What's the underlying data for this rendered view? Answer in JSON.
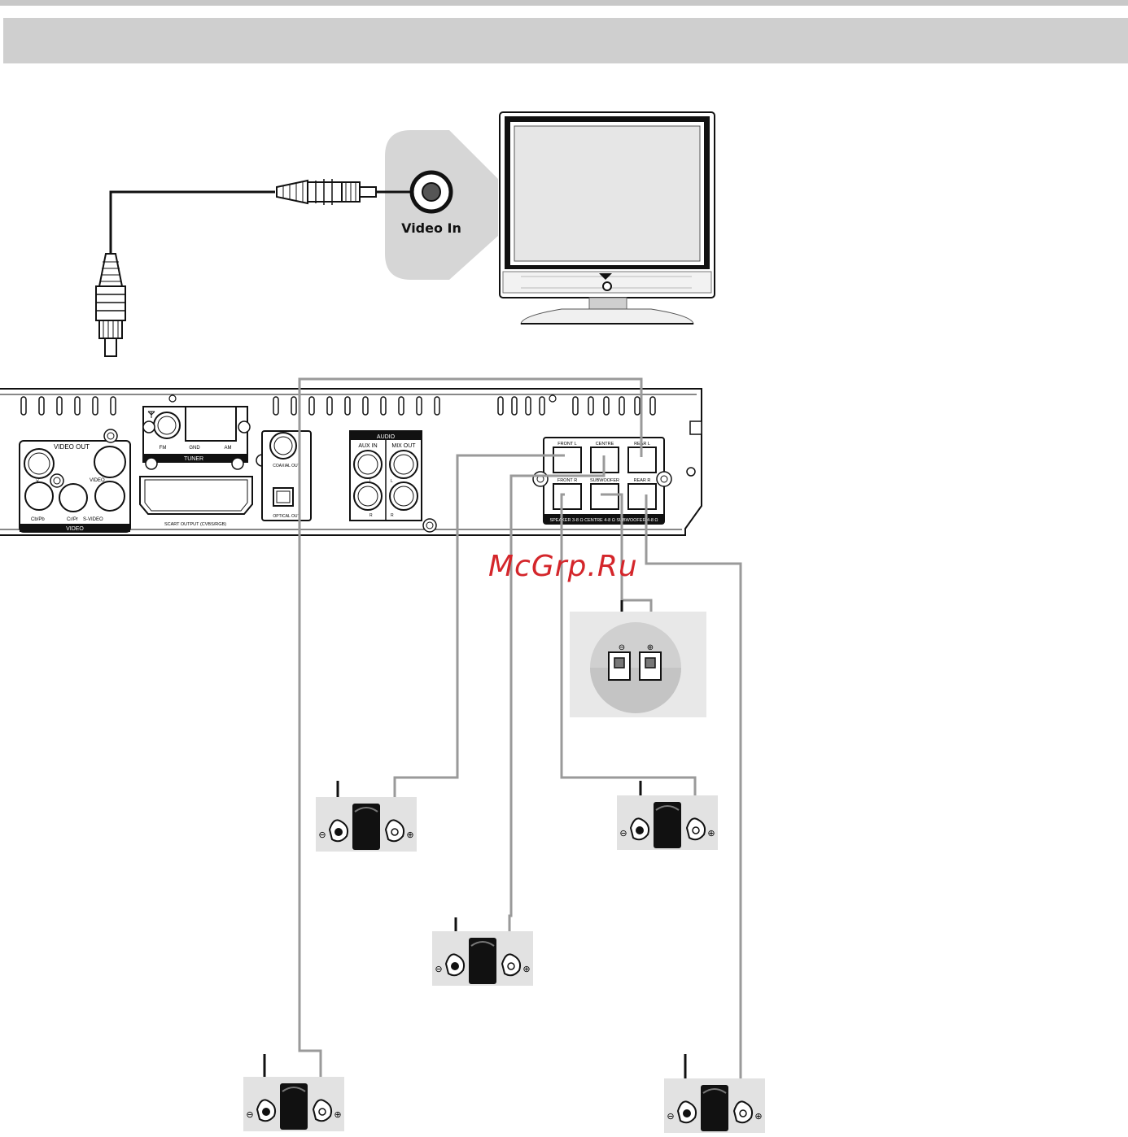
{
  "tv": {
    "jack_label": "Video In"
  },
  "player": {
    "video_panel": {
      "title": "VIDEO OUT",
      "footer": "VIDEO",
      "labels": {
        "y": "Y",
        "cbpb": "Cb/Pb",
        "crpr": "Cr/Pr",
        "svideo": "S-VIDEO",
        "video": "VIDEO"
      }
    },
    "tuner": {
      "fm": "FM",
      "gnd": "GND",
      "am": "AM",
      "footer": "TUNER"
    },
    "scart": "SCART OUTPUT (CVBS/RGB)",
    "coaxial": "COAXIAL OUT",
    "optical": "OPTICAL OUT",
    "audio": {
      "title": "AUDIO",
      "aux_in": "AUX IN",
      "mix_out": "MIX OUT",
      "l": "L",
      "r": "R"
    },
    "speakers": {
      "front_l": "FRONT L",
      "centre": "CENTRE",
      "rear_l": "REAR L",
      "front_r": "FRONT R",
      "subwoofer": "SUBWOOFER",
      "rear_r": "REAR R",
      "footer": "SPEAKER 3-8 Ω CENTRE 4-8 Ω SUBWOOFER 4-8 Ω"
    }
  },
  "terminals": {
    "minus": "⊖",
    "plus": "⊕"
  },
  "watermark": "McGrp.Ru"
}
